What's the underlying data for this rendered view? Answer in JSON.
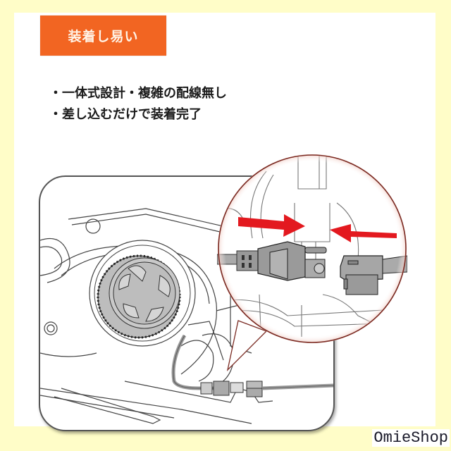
{
  "badge": {
    "label": "装着し易い",
    "color": "#f26522"
  },
  "bullets": [
    "・一体式設計・複雑の配線無し",
    "・差し込むだけで装着完了"
  ],
  "illustration": {
    "subject": "headlight-bulb-installation",
    "callout": "connector-plug-in-closeup",
    "arrow_color": "#e3191f",
    "connector_color": "#9a9a9a"
  },
  "watermark": {
    "text": "OmieShop"
  },
  "colors": {
    "background": "#fffdc8",
    "card": "#ffffff"
  }
}
